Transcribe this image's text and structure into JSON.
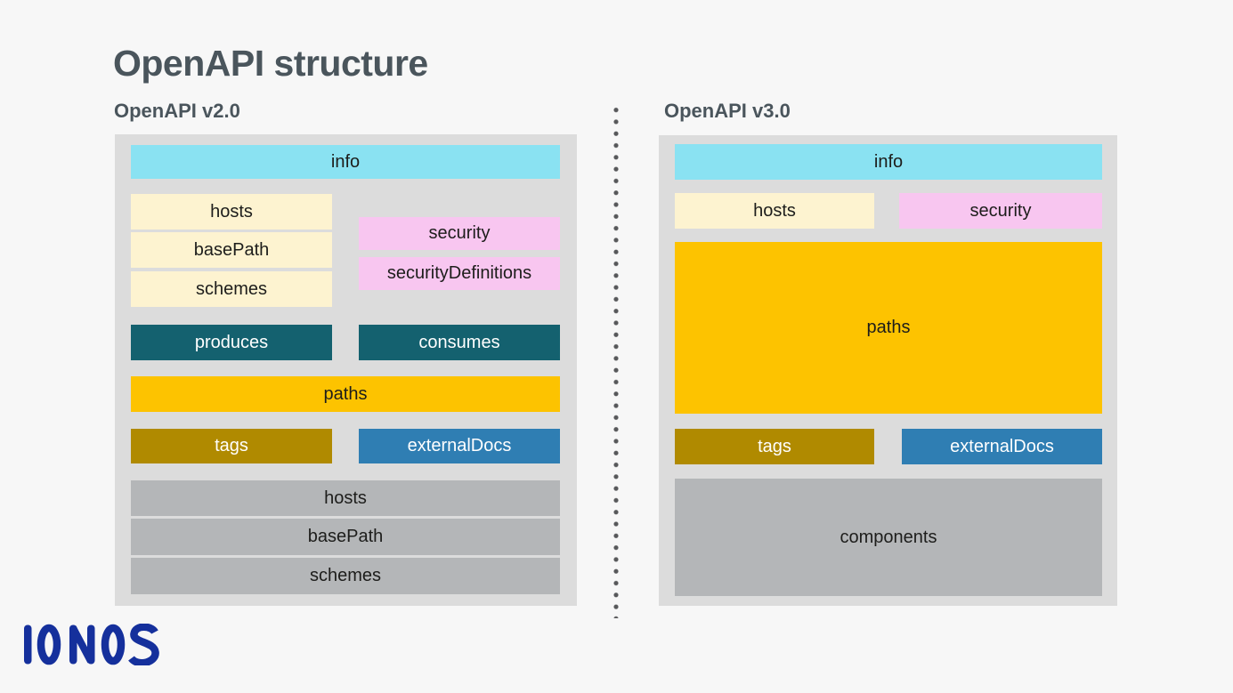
{
  "title": "OpenAPI structure",
  "logo": {
    "text": "IONOS",
    "color": "#15309c"
  },
  "colors": {
    "page_bg": "#f7f7f7",
    "panel_bg": "#dcdcdc",
    "heading_text": "#4a555c",
    "info_cyan": "#8ae2f2",
    "host_cream": "#fdf3d0",
    "security_pink": "#f8c6f0",
    "produces_teal": "#14616f",
    "paths_gold": "#fdc300",
    "tags_olive": "#b08a00",
    "externaldocs_blue": "#2f7eb3",
    "deprecated_gray": "#b4b6b8",
    "divider_dot": "#57585a"
  },
  "v2": {
    "label": "OpenAPI v2.0",
    "blocks": {
      "info": "info",
      "hosts": "hosts",
      "basePath": "basePath",
      "schemes": "schemes",
      "security": "security",
      "securityDefinitions": "securityDefinitions",
      "produces": "produces",
      "consumes": "consumes",
      "paths": "paths",
      "tags": "tags",
      "externalDocs": "externalDocs",
      "hosts_gray": "hosts",
      "basePath_gray": "basePath",
      "schemes_gray": "schemes"
    }
  },
  "v3": {
    "label": "OpenAPI v3.0",
    "blocks": {
      "info": "info",
      "hosts": "hosts",
      "security": "security",
      "paths": "paths",
      "tags": "tags",
      "externalDocs": "externalDocs",
      "components": "components"
    }
  }
}
